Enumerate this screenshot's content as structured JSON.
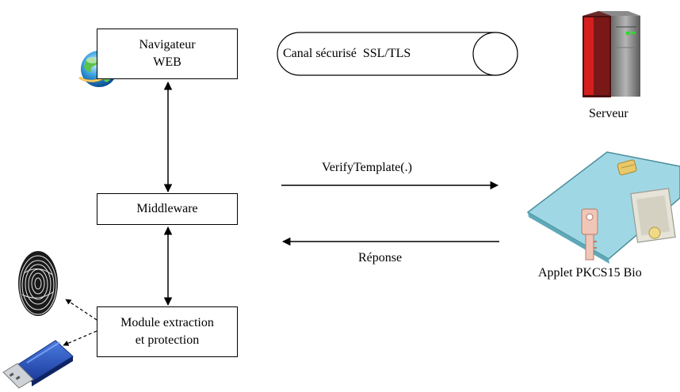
{
  "nodes": {
    "browser": {
      "line1": "Navigateur",
      "line2": "WEB"
    },
    "middleware": {
      "label": "Middleware"
    },
    "module": {
      "line1": "Module extraction",
      "line2": "et protection"
    }
  },
  "channel": {
    "label": "Canal sécurisé  SSL/TLS"
  },
  "server": {
    "label": "Serveur"
  },
  "card": {
    "label": "Applet PKCS15 Bio"
  },
  "messages": {
    "request": "VerifyTemplate(.)",
    "response": "Réponse"
  },
  "icons": [
    "globe-icon",
    "server-icon",
    "smart-card-icon",
    "fingerprint-icon",
    "usb-key-icon"
  ]
}
